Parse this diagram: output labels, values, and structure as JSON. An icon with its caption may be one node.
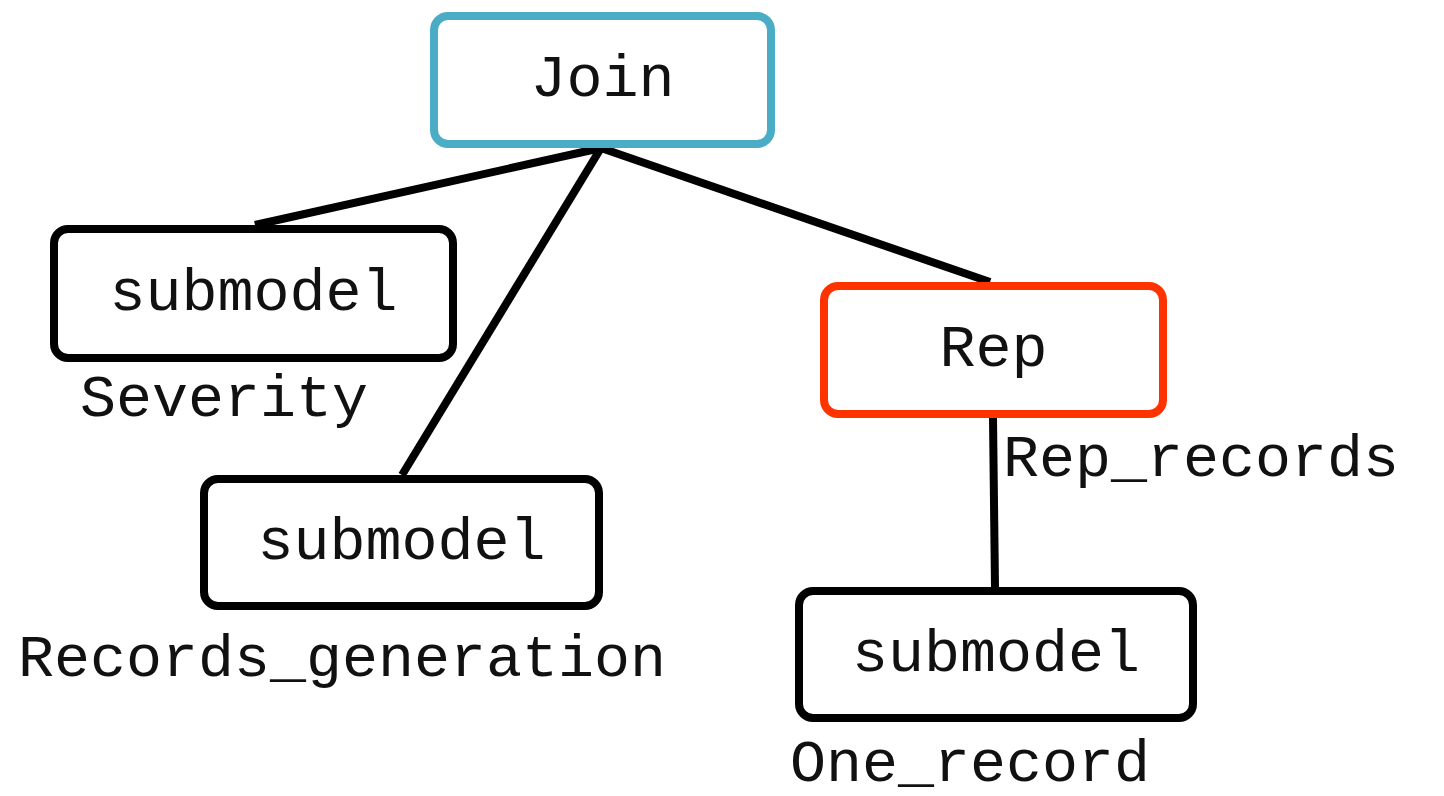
{
  "diagram": {
    "nodes": [
      {
        "text": [
          "Join"
        ]
      },
      {
        "text": [
          "submodel"
        ],
        "beside": [
          "Severity"
        ]
      },
      {
        "text": [
          "submodel"
        ],
        "beside": [
          "Records_generation"
        ]
      },
      {
        "text": [
          "Rep"
        ],
        "beside": [
          "Rep_records"
        ]
      },
      {
        "text": [
          "submodel"
        ],
        "beside": [
          "One_record"
        ]
      }
    ],
    "edges": [
      {
        "from": 0,
        "to": 1,
        "arrow": "none"
      },
      {
        "from": 0,
        "to": 2,
        "arrow": "none"
      },
      {
        "from": 0,
        "to": 3,
        "arrow": "none"
      },
      {
        "from": 3,
        "to": 4,
        "arrow": "none"
      }
    ]
  }
}
